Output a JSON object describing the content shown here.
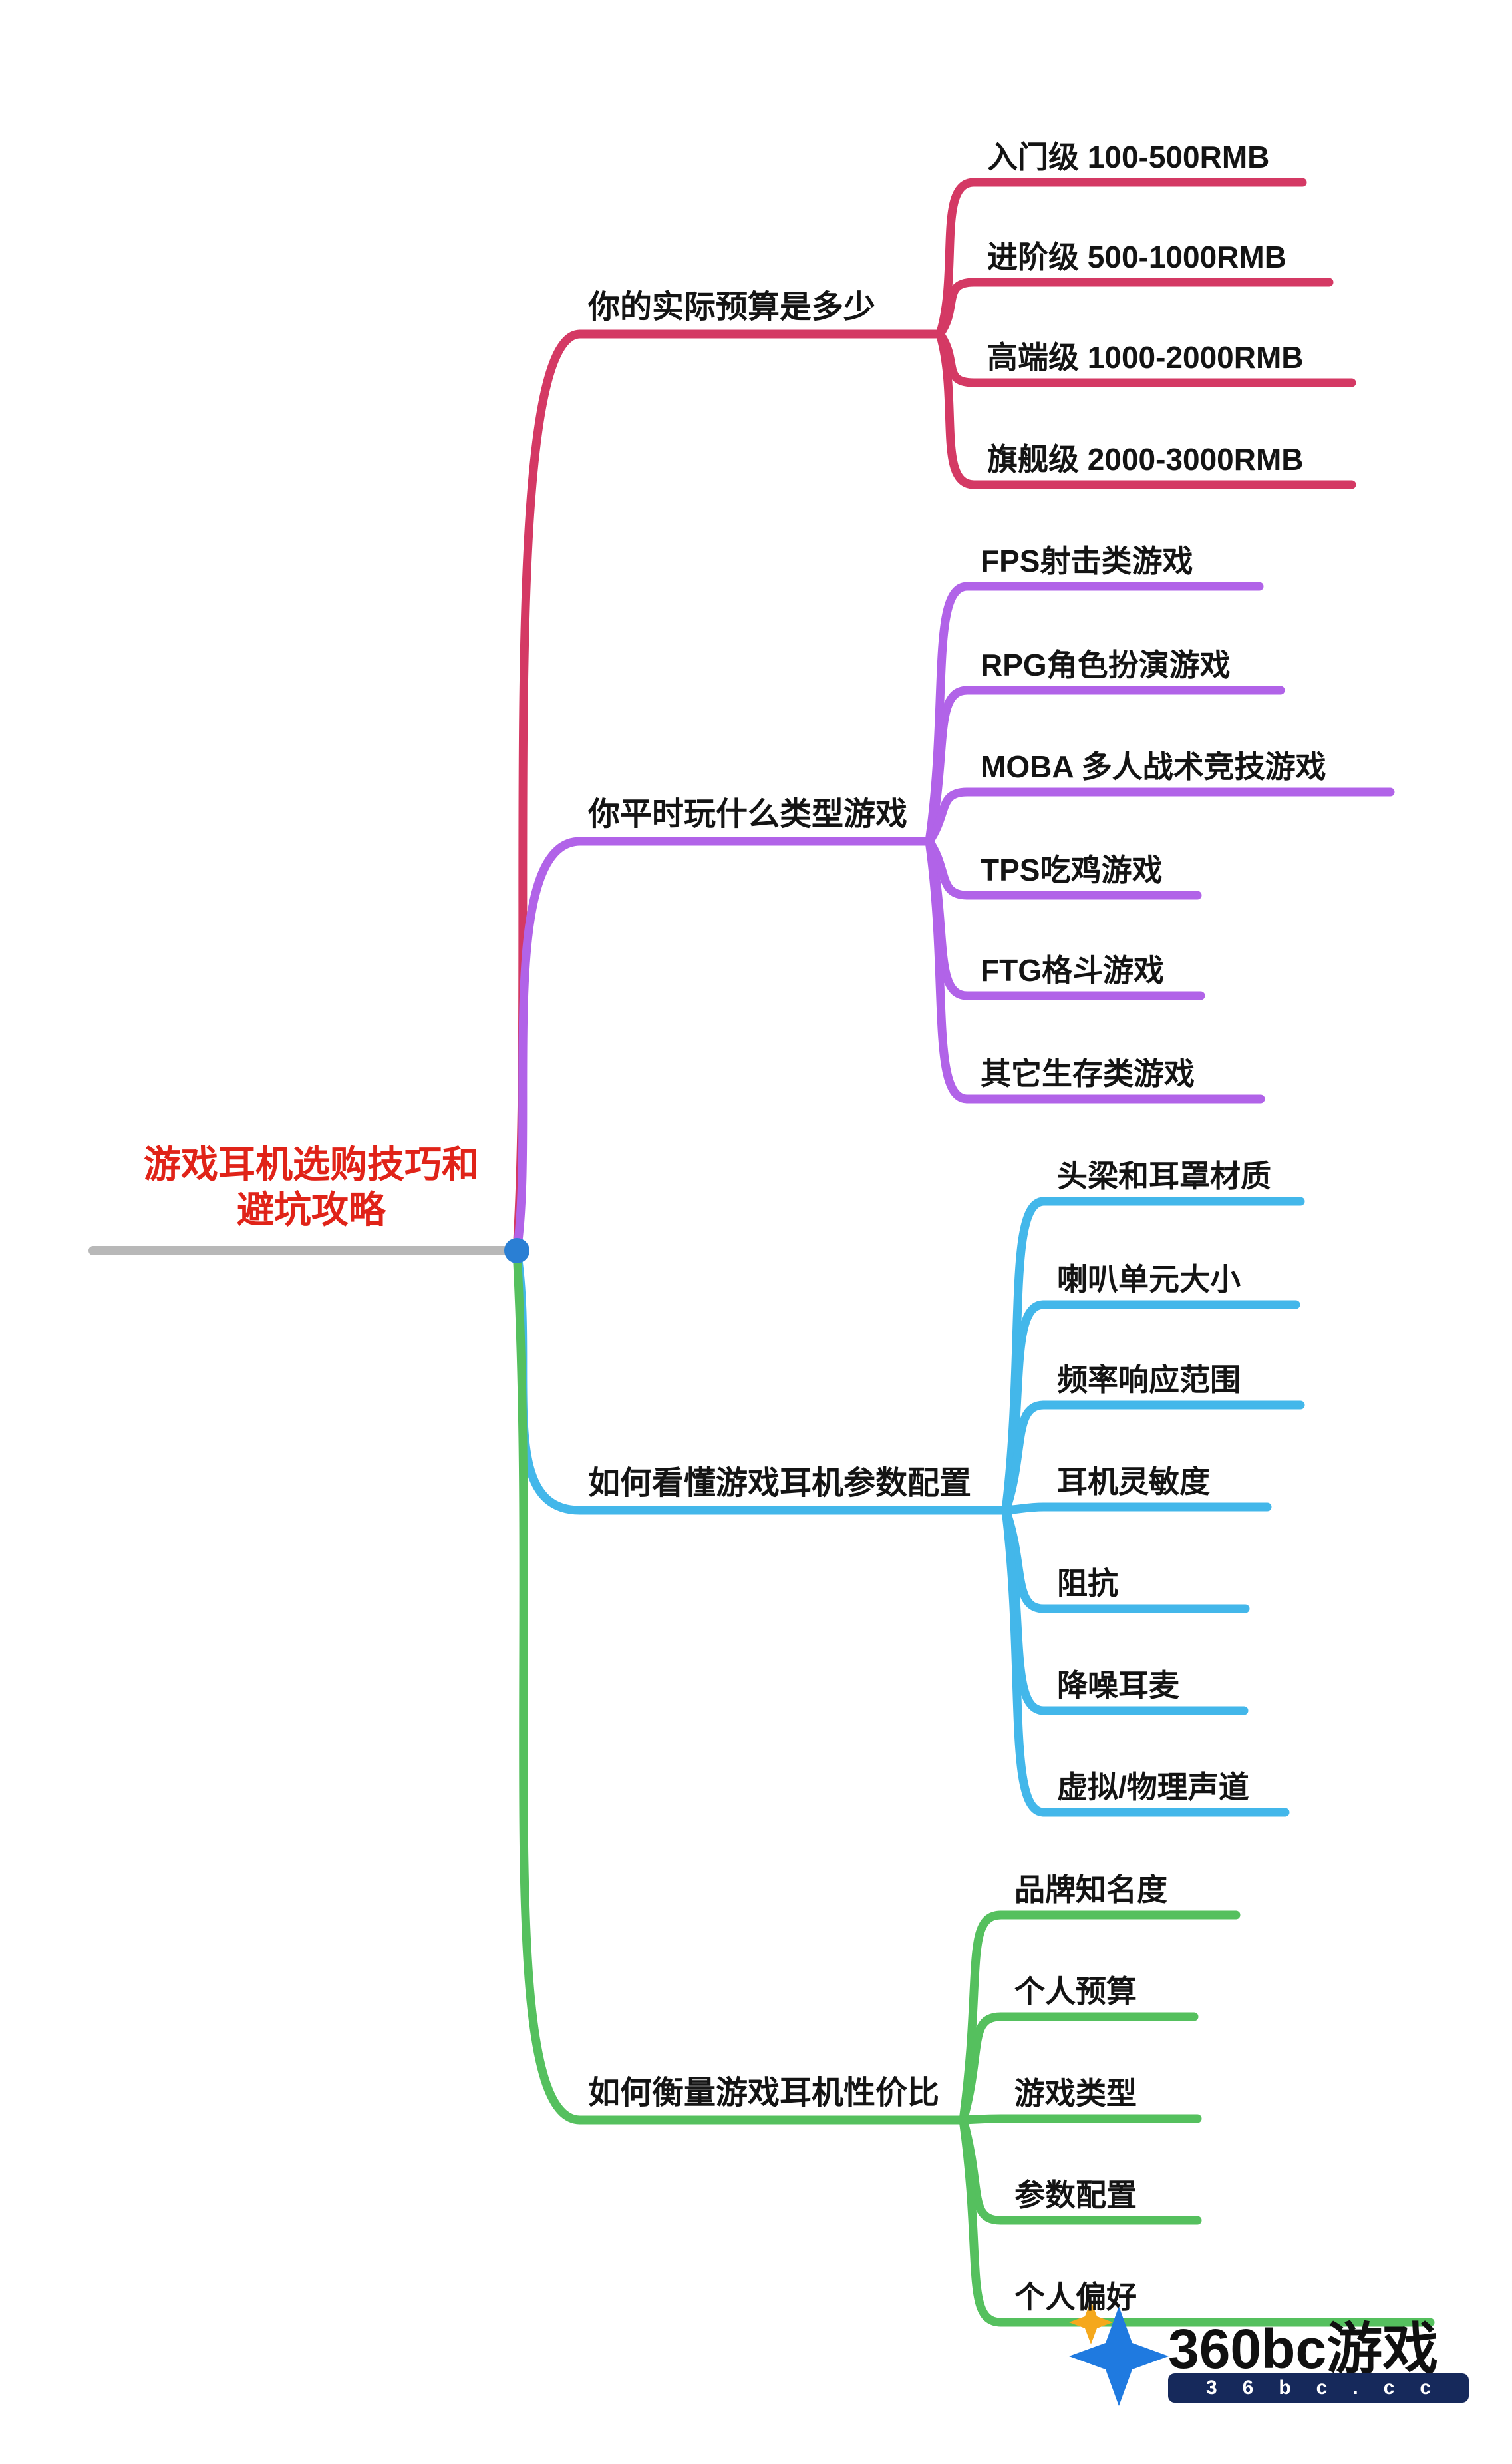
{
  "center": {
    "title": "游戏耳机选购技巧和避坑攻略",
    "title_color": "#e02318",
    "dot_color": "#2a7fd4",
    "line_color": "#b8b8b8"
  },
  "branches": [
    {
      "label": "你的实际预算是多少",
      "color": "#d43964",
      "children": [
        "入门级 100-500RMB",
        "进阶级 500-1000RMB",
        "高端级 1000-2000RMB",
        "旗舰级 2000-3000RMB"
      ]
    },
    {
      "label": "你平时玩什么类型游戏",
      "color": "#b163e8",
      "children": [
        "FPS射击类游戏",
        "RPG角色扮演游戏",
        "MOBA 多人战术竞技游戏",
        "TPS吃鸡游戏",
        "FTG格斗游戏",
        "其它生存类游戏"
      ]
    },
    {
      "label": "如何看懂游戏耳机参数配置",
      "color": "#43b7ea",
      "children": [
        "头梁和耳罩材质",
        "喇叭单元大小",
        "频率响应范围",
        "耳机灵敏度",
        "阻抗",
        "降噪耳麦",
        "虚拟/物理声道"
      ]
    },
    {
      "label": "如何衡量游戏耳机性价比",
      "color": "#55c05e",
      "children": [
        "品牌知名度",
        "个人预算",
        "游戏类型",
        "参数配置",
        "个人偏好"
      ]
    }
  ],
  "watermark": {
    "brand": "360bc游戏",
    "domain": "36bc.cc",
    "logo_blue": "#1f7ae0",
    "logo_gold": "#f5a81c",
    "bar_color": "#16295b",
    "bar_text_color": "#ffffff"
  }
}
